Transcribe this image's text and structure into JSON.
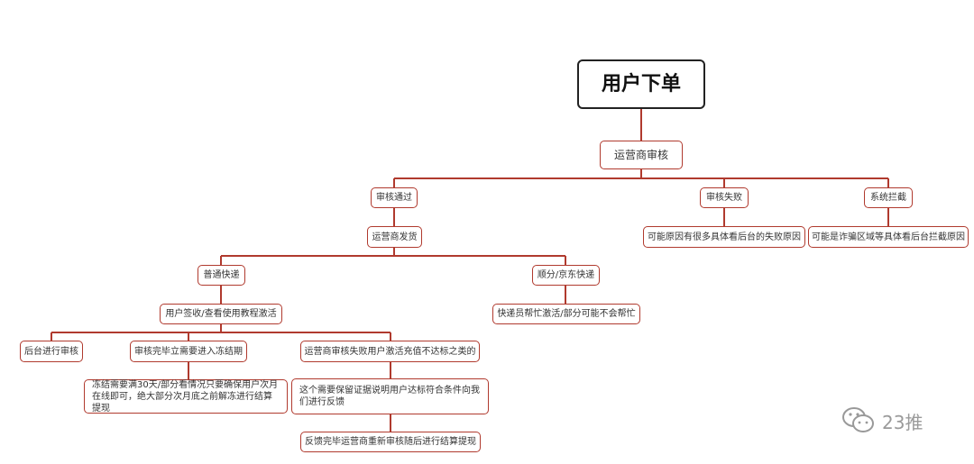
{
  "diagram": {
    "root": "用户下单",
    "review": "运营商审核",
    "approved": "审核通过",
    "failed": "审核失败",
    "blocked": "系统拦截",
    "failed_reason": "可能原因有很多具体看后台的失败原因",
    "blocked_reason": "可能是诈骗区域等具体看后台拦截原因",
    "shipping": "运营商发货",
    "normal_express": "普通快递",
    "sf_jd_express": "顺分/京东快递",
    "courier_activation": "快递员帮忙激活/部分可能不会帮忙",
    "user_sign": "用户签收/查看使用教程激活",
    "backend_review": "后台进行审核",
    "freeze": "审核完毕立需要进入冻结期",
    "freeze_detail": "冻结需要满30天/部分看情况只要确保用户次月在线即可，绝大部分次月底之前解冻进行结算提现",
    "activation_fail": "运营商审核失败用户激活充值不达标之类的",
    "evidence": "这个需要保留证据说明用户达标符合条件向我们进行反馈",
    "feedback_done": "反馈完毕运营商重新审核随后进行结算提现"
  },
  "watermark": {
    "text": "23推",
    "icon": "wechat-icon"
  },
  "colors": {
    "connector": "#b03a2e",
    "root_border": "#222222"
  }
}
